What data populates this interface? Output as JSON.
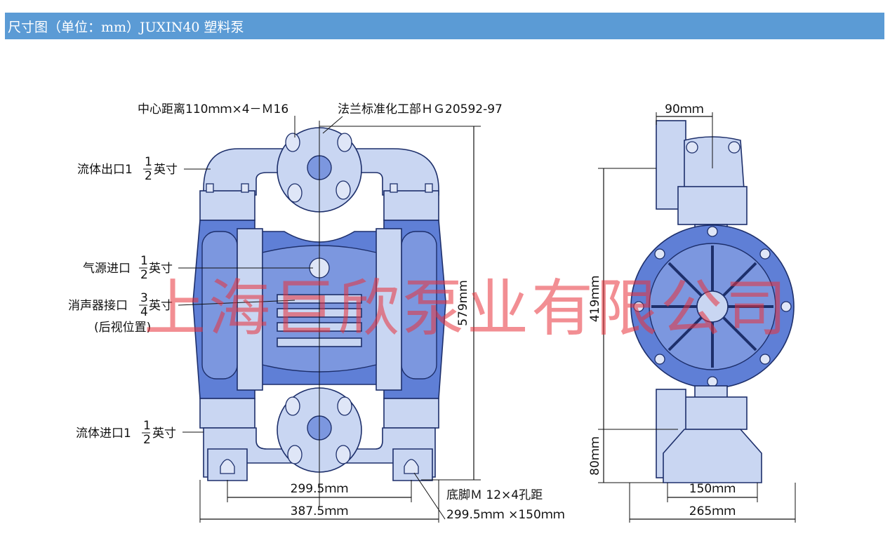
{
  "header": {
    "title": "尺寸图（单位：mm）JUXIN40 塑料泵",
    "color": "#5b9bd5"
  },
  "front_view": {
    "label_flange_center": "中心距离110ｍｍ×4－Ｍ16",
    "label_flange_standard": "法兰标准化工部ＨＧ20592-97",
    "label_outlet_prefix": "流体出口1",
    "label_outlet_suffix": "英寸",
    "label_air_prefix": "气源进口",
    "label_air_suffix": "英寸",
    "label_muffler_prefix": "消声器接口",
    "label_muffler_suffix": "英寸",
    "label_muffler_note": "(后视位置)",
    "label_inlet_prefix": "流体进口1",
    "label_inlet_suffix": "英寸",
    "frac_half_num": "1",
    "frac_half_den": "2",
    "frac_three_num": "3",
    "frac_three_den": "4",
    "dim_height": "579mm",
    "dim_inner_width": "299.5ｍｍ",
    "dim_outer_width": "387.5ｍｍ",
    "label_foot_line1": "底脚Ｍ 12×4孔距",
    "label_foot_line2": "299.5ｍｍ ×150ｍｍ"
  },
  "side_view": {
    "dim_top_offset": "90ｍｍ",
    "dim_height": "419ｍｍ",
    "dim_base_height": "80ｍｍ",
    "dim_foot_inner": "150ｍｍ",
    "dim_foot_outer": "265ｍｍ"
  },
  "watermark": {
    "text": "上海巨欣泵业有限公司",
    "color": "#e8323c"
  }
}
